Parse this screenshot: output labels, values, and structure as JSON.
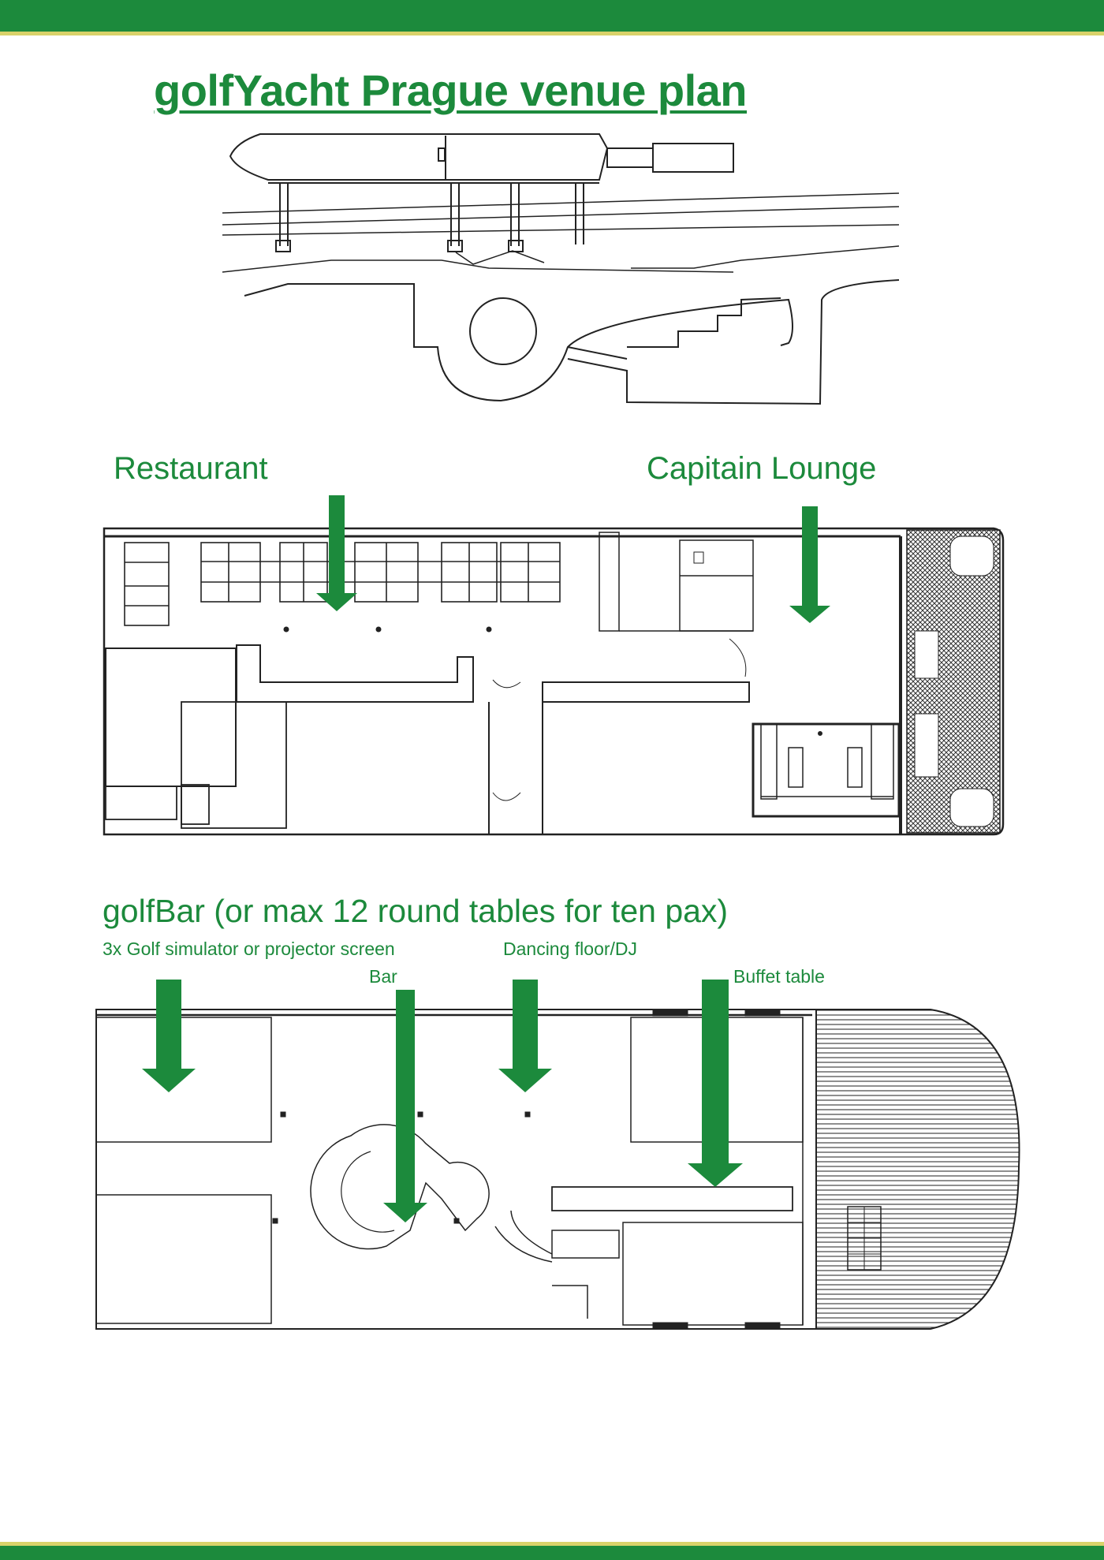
{
  "page": {
    "title": "golfYacht Prague venue plan",
    "brand_color": "#1c8a3c",
    "accent_color": "#d9d26a"
  },
  "upper_deck": {
    "label_restaurant": "Restaurant",
    "label_lounge": "Capitain Lounge"
  },
  "lower_deck": {
    "heading": "golfBar   (or max 12 round tables for ten pax)",
    "label_simulator": "3x Golf simulator or projector screen",
    "label_bar": "Bar",
    "label_dancing": "Dancing floor/DJ",
    "label_buffet": "Buffet table"
  }
}
